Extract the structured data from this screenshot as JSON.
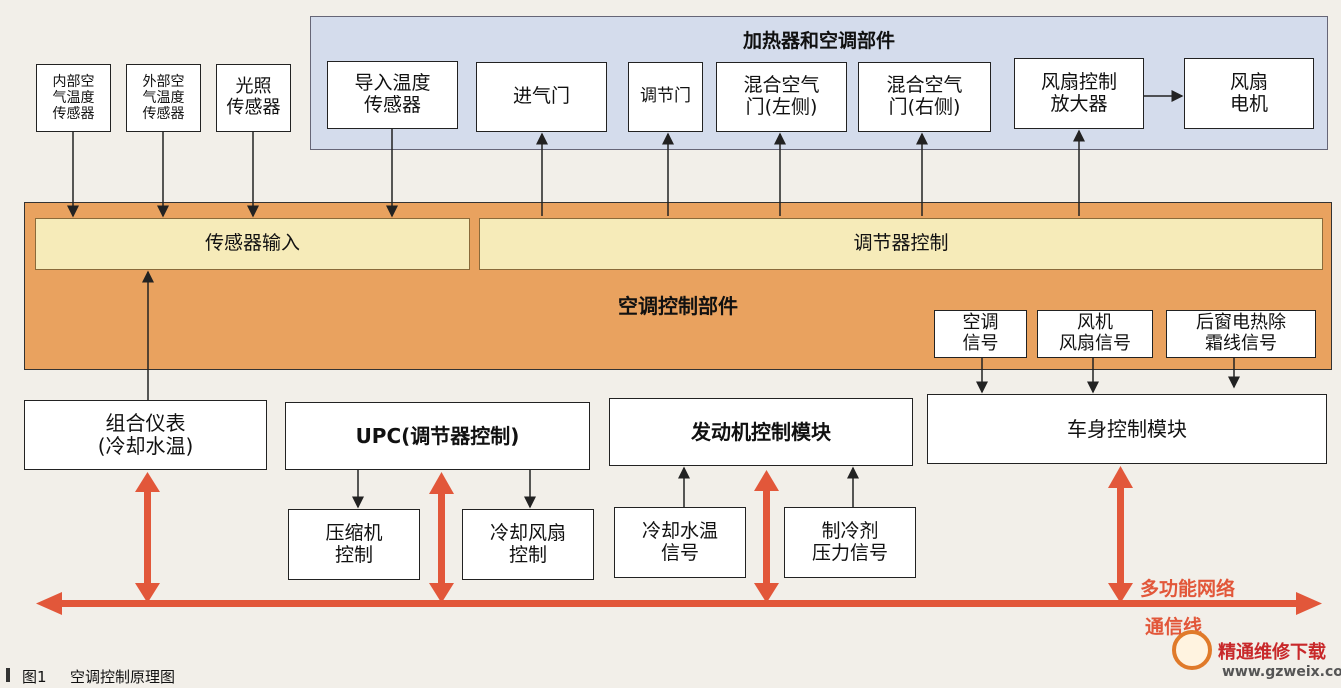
{
  "heater_panel": {
    "title": "加热器和空调部件",
    "items": [
      "导入温度\n传感器",
      "进气门",
      "调节门",
      "混合空气\n门(左侧)",
      "混合空气\n门(右侧)",
      "风扇控制\n放大器",
      "风扇\n电机"
    ]
  },
  "sensors": [
    "内部空\n气温度\n传感器",
    "外部空\n气温度\n传感器",
    "光照\n传感器"
  ],
  "ac_control": {
    "title": "空调控制部件",
    "sensor_input": "传感器输入",
    "regulator_control": "调节器控制",
    "signals": [
      "空调\n信号",
      "风机\n风扇信号",
      "后窗电热除\n霜线信号"
    ]
  },
  "modules": {
    "instrument": "组合仪表\n(冷却水温)",
    "upc": "UPC(调节器控制)",
    "engine": "发动机控制模块",
    "body": "车身控制模块"
  },
  "sub_boxes": [
    "压缩机\n控制",
    "冷却风扇\n控制",
    "冷却水温\n信号",
    "制冷剂\n压力信号"
  ],
  "bus": {
    "network_label": "多功能网络",
    "line_label": "通信线"
  },
  "caption": {
    "figure_number": "图1",
    "text": "空调控制原理图"
  },
  "watermark": {
    "name": "精通维修下载",
    "url": "www.gzweix.com"
  },
  "colors": {
    "panel_blue": "#d4dcec",
    "panel_orange": "#e9a25f",
    "inner_yellow": "#f6ebb9",
    "arrow_red": "#e2573a",
    "network_text": "#e2573a"
  }
}
